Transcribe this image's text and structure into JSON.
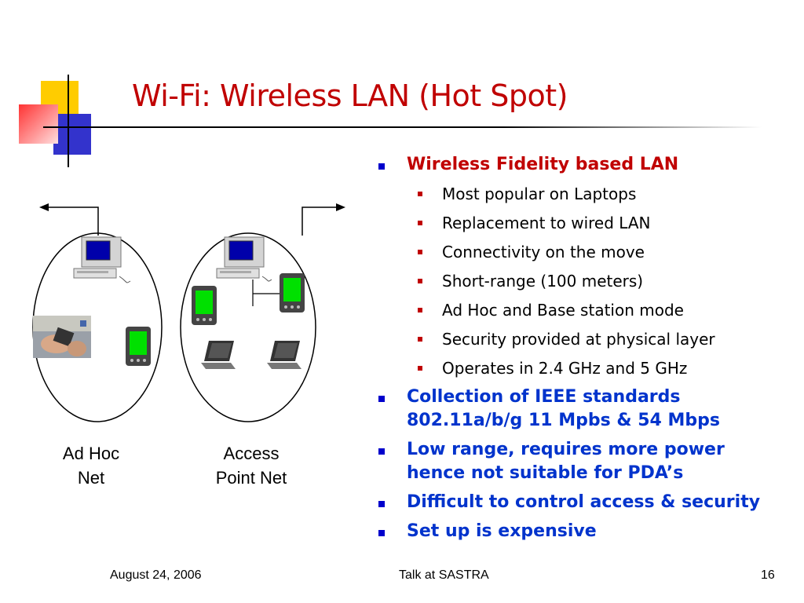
{
  "slide": {
    "title": "Wi-Fi: Wireless LAN (Hot Spot)"
  },
  "diagram": {
    "adhoc_label_line1": "Ad Hoc",
    "adhoc_label_line2": "Net",
    "access_label_line1": "Access",
    "access_label_line2": "Point Net"
  },
  "bullets": {
    "b1": "Wireless Fidelity based LAN",
    "sub": [
      "Most popular on Laptops",
      "Replacement to wired LAN",
      "Connectivity on the move",
      "Short-range (100 meters)",
      "Ad Hoc and Base station mode",
      "Security provided at physical layer",
      "Operates in 2.4 GHz and 5 GHz"
    ],
    "b2_line1": "Collection of IEEE standards",
    "b2_line2": "802.11a/b/g 11 Mpbs & 54 Mbps",
    "b3_line1": "Low range, requires more power",
    "b3_line2": "hence not suitable for PDA’s",
    "b4": "Difficult to control access & security",
    "b5": "Set up is expensive"
  },
  "footer": {
    "date": "August 24, 2006",
    "talk": "Talk at SASTRA",
    "page": "16"
  },
  "colors": {
    "title": "#c00000",
    "bullet_blue": "#0033cc",
    "bullet_red": "#c00000",
    "logo_yellow": "#ffcc00",
    "logo_blue": "#3333cc",
    "logo_red": "#ff3333"
  }
}
